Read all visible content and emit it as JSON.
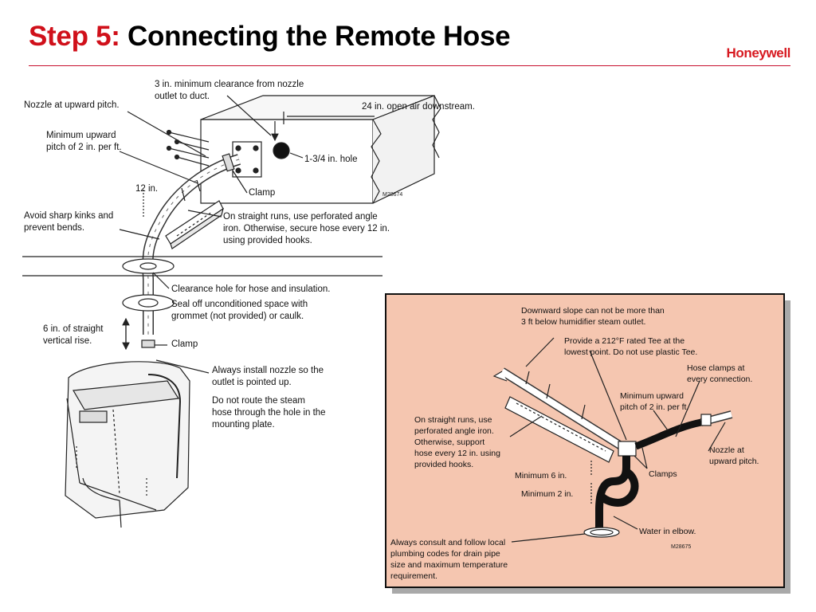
{
  "slide": {
    "title_step": "Step 5:",
    "title_text": "Connecting the Remote Hose",
    "logo": "Honeywell",
    "brand_color": "#d0101a"
  },
  "left_diagram": {
    "labels": {
      "clearance_l1": "3 in. minimum clearance from nozzle",
      "clearance_l2": "outlet to duct.",
      "nozzle_pitch": "Nozzle at upward pitch.",
      "open_air": "24 in. open air downstream.",
      "min_pitch_l1": "Minimum upward",
      "min_pitch_l2": "pitch of 2 in. per ft.",
      "hole": "1-3/4 in. hole",
      "clamp_top": "Clamp",
      "code": "M28674",
      "twelve": "12 in.",
      "kinks_l1": "Avoid sharp kinks and",
      "kinks_l2": "prevent bends.",
      "straight_l1": "On straight runs, use perforated angle",
      "straight_l2": "iron. Otherwise, secure hose every 12 in.",
      "straight_l3": "using provided hooks.",
      "clearance_hole": "Clearance hole for hose and insulation.",
      "seal_l1": "Seal off unconditioned space with",
      "seal_l2": "grommet (not provided) or caulk.",
      "rise_l1": "6 in. of straight",
      "rise_l2": "vertical rise.",
      "clamp_bottom": "Clamp",
      "always_l1": "Always install nozzle so the",
      "always_l2": "outlet is pointed up.",
      "noroute_l1": "Do not route the steam",
      "noroute_l2": "hose through the hole in the",
      "noroute_l3": "mounting plate."
    }
  },
  "right_diagram": {
    "background": "#f5c6b0",
    "labels": {
      "slope_l1": "Downward slope can not be more than",
      "slope_l2": "3 ft below humidifier steam outlet.",
      "tee_l1": "Provide a 212°F rated Tee at the",
      "tee_l2": "lowest point. Do not use plastic Tee.",
      "clamps_l1": "Hose clamps at",
      "clamps_l2": "every connection.",
      "pitch_l1": "Minimum upward",
      "pitch_l2": "pitch of 2 in. per ft.",
      "runs_l1": "On straight runs, use",
      "runs_l2": "perforated angle iron.",
      "runs_l3": "Otherwise, support",
      "runs_l4": "hose every 12 in. using",
      "runs_l5": "provided hooks.",
      "nozzle_l1": "Nozzle at",
      "nozzle_l2": "upward pitch.",
      "min6": "Minimum 6 in.",
      "clamps": "Clamps",
      "min2": "Minimum 2 in.",
      "water": "Water in elbow.",
      "consult_l1": "Always consult and follow local",
      "consult_l2": "plumbing codes for drain pipe",
      "consult_l3": "size and maximum temperature",
      "consult_l4": "requirement.",
      "code": "M28675"
    }
  }
}
